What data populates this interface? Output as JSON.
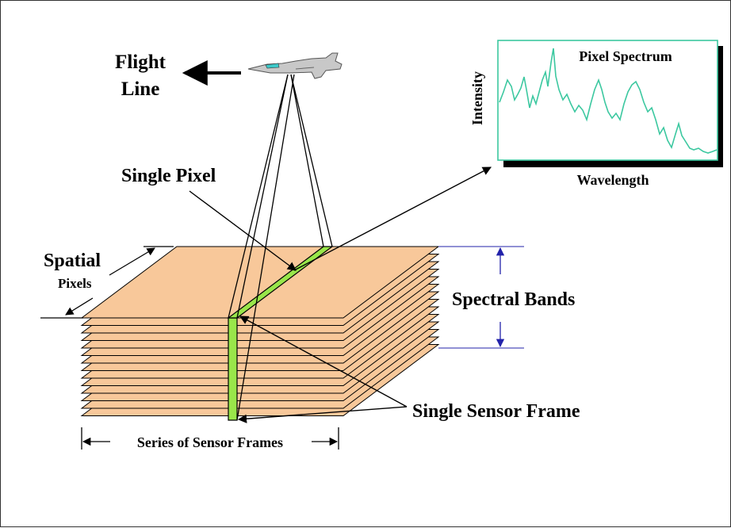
{
  "labels": {
    "flight_line_1": "Flight",
    "flight_line_2": "Line",
    "single_pixel": "Single Pixel",
    "spatial": "Spatial",
    "pixels": "Pixels",
    "spectral_bands": "Spectral Bands",
    "single_sensor_frame": "Single Sensor Frame",
    "series_of_sensor_frames": "Series of Sensor Frames"
  },
  "spectrum_panel": {
    "title": "Pixel Spectrum",
    "ylabel": "Intensity",
    "xlabel": "Wavelength"
  },
  "colors": {
    "sheet_fill": "#f8c89a",
    "highlight": "#99e64a",
    "spectrum_line": "#3cc8a0",
    "panel_border": "#3cc8a0",
    "arrow_blue": "#2222aa"
  }
}
